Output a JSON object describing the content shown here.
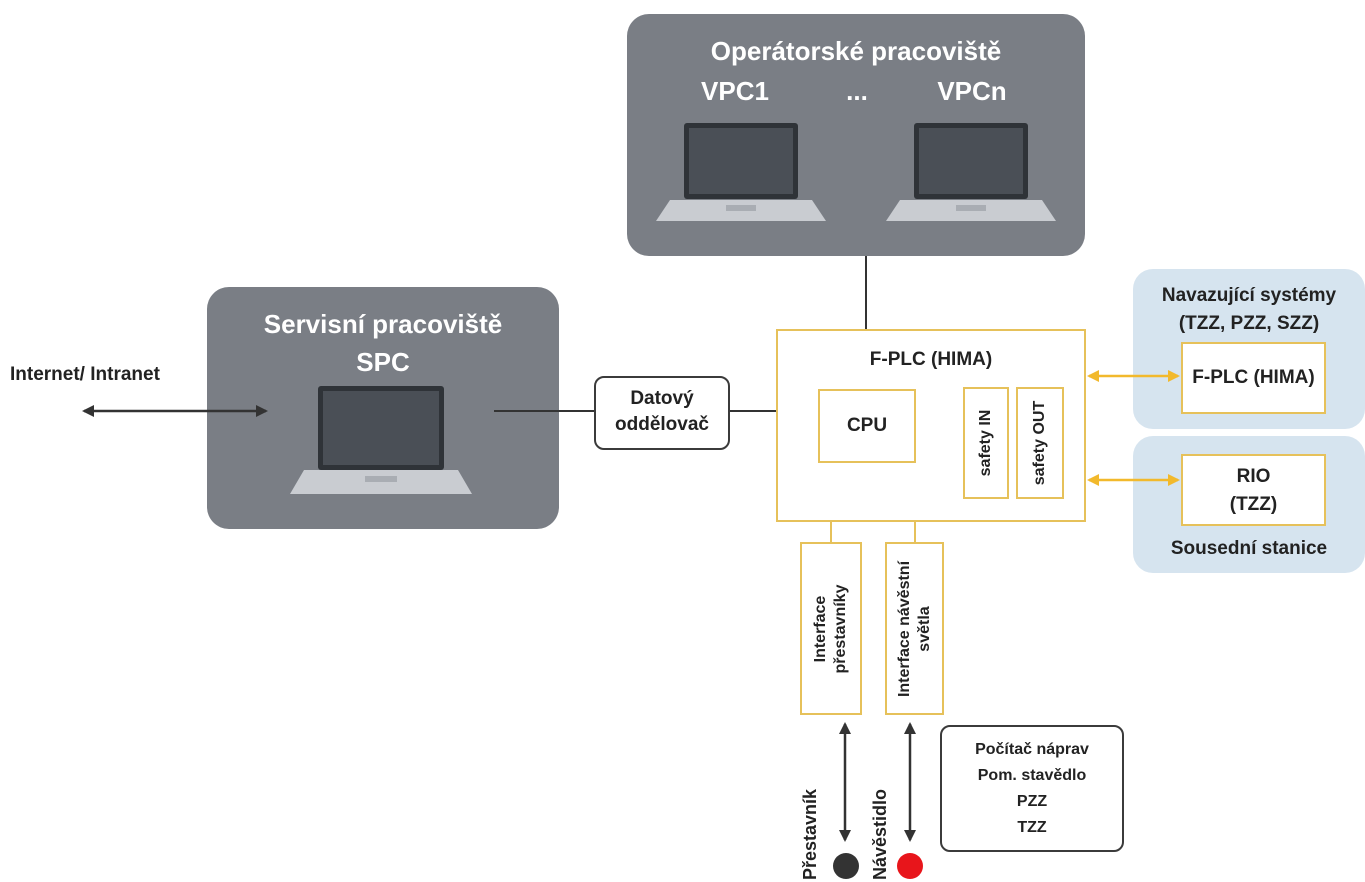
{
  "operator_panel": {
    "title": "Operátorské pracoviště",
    "pc_left": "VPC1",
    "ellipsis": "...",
    "pc_right": "VPCn"
  },
  "service_panel": {
    "title": "Servisní pracoviště",
    "subtitle": "SPC"
  },
  "internet_label": "Internet/ Intranet",
  "data_separator": {
    "line1": "Datový",
    "line2": "oddělovač"
  },
  "fplc_main": {
    "title": "F-PLC (HIMA)",
    "cpu": "CPU",
    "safety_in": "safety IN",
    "safety_out": "safety OUT"
  },
  "connecting_systems": {
    "title_line1": "Navazující systémy",
    "title_line2": "(TZZ, PZZ, SZZ)",
    "box_label": "F-PLC (HIMA)"
  },
  "neighbor_station": {
    "box_line1": "RIO",
    "box_line2": "(TZZ)",
    "title": "Sousední stanice"
  },
  "interface_switches": {
    "line1": "Interface",
    "line2": "přestavníky"
  },
  "interface_signals": {
    "line1": "Interface návěstní",
    "line2": "světla"
  },
  "switch_label": "Přestavník",
  "signal_label": "Návěstidlo",
  "other_systems": {
    "line1": "Počítač náprav",
    "line2": "Pom. stavědlo",
    "line3": "PZZ",
    "line4": "TZZ"
  },
  "colors": {
    "panel_gray": "#7a7e85",
    "panel_blue": "#d6e4ef",
    "gold": "#e6c15a",
    "arrow_gold": "#f2b92c",
    "signal_red": "#e8151b",
    "switch_dark": "#333333"
  }
}
